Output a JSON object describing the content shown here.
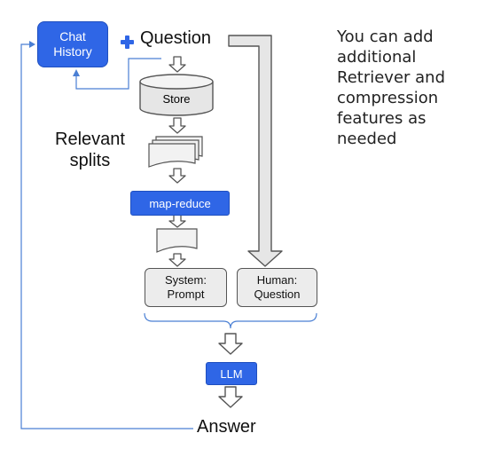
{
  "nodes": {
    "chat_history": "Chat\nHistory",
    "question": "Question",
    "store": "Store",
    "relevant_splits": "Relevant\nsplits",
    "map_reduce": "map-reduce",
    "system_prompt": "System:\nPrompt",
    "human_question": "Human:\nQuestion",
    "llm": "LLM",
    "answer": "Answer"
  },
  "note": "You can add\nadditional\nRetriever and\ncompression\nfeatures as\nneeded",
  "colors": {
    "accent_blue": "#2f66e6",
    "connector_blue": "#4a7fd4",
    "gray_fill": "#ececec",
    "outline": "#555555"
  },
  "icons": {
    "plus": "plus-icon",
    "arrows": "down-arrow-icon"
  }
}
